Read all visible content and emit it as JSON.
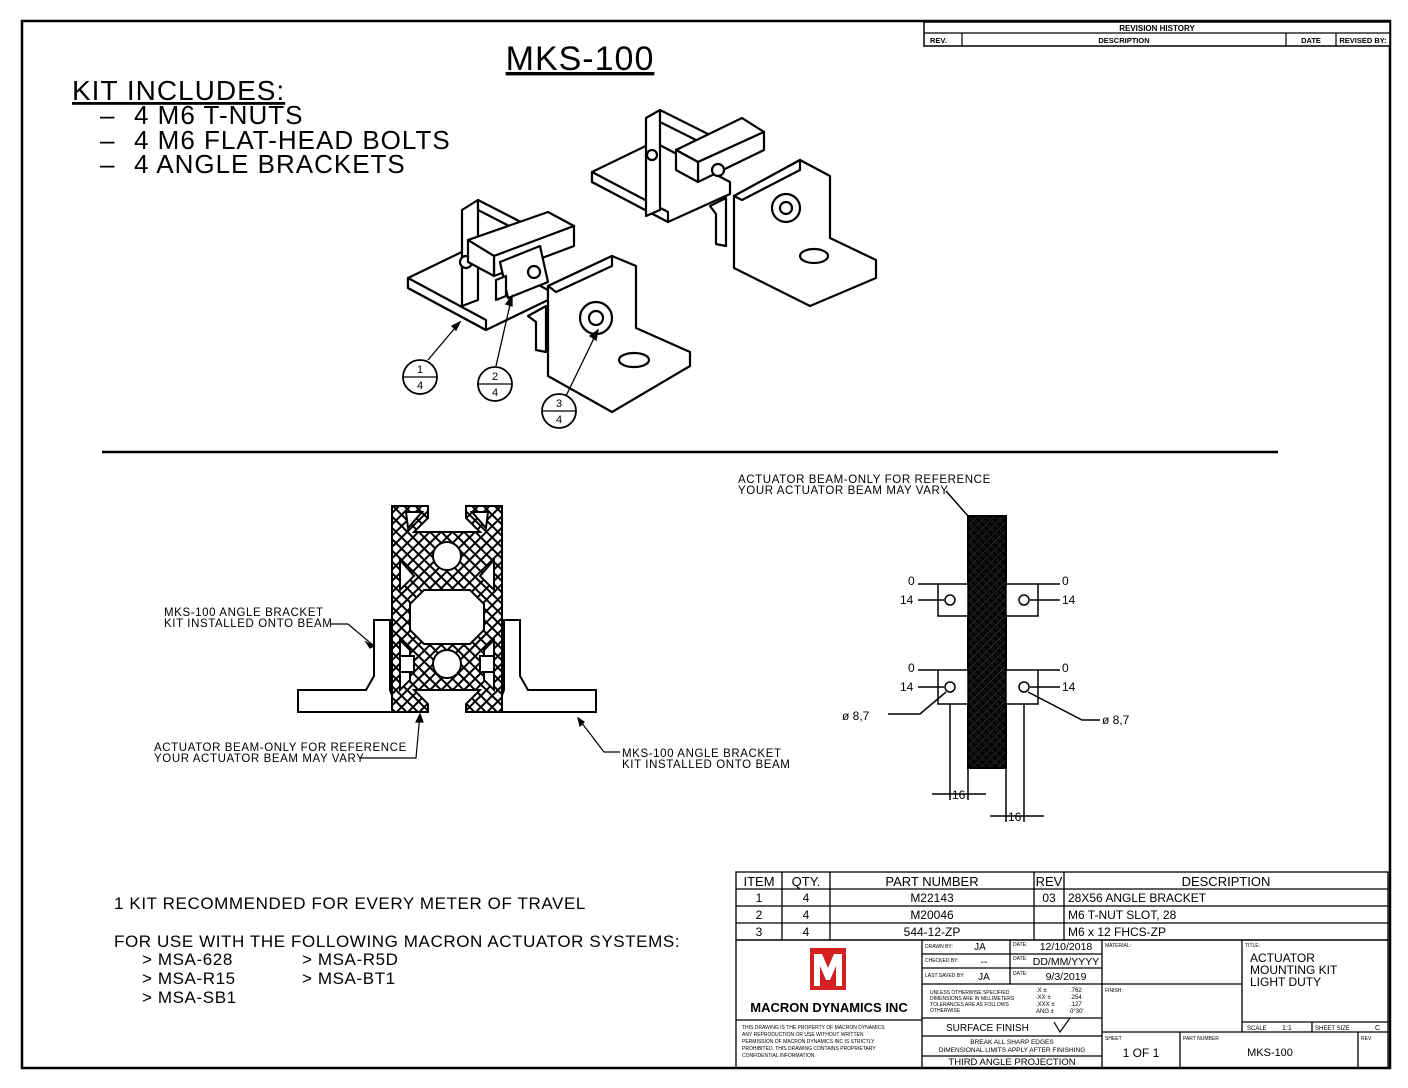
{
  "title": "MKS-100",
  "kit": {
    "heading": "KIT INCLUDES:",
    "items": [
      "4 M6 T-NUTS",
      "4 M6 FLAT-HEAD BOLTS",
      "4 ANGLE BRACKETS"
    ]
  },
  "balloons": [
    {
      "num": "1",
      "qty": "4"
    },
    {
      "num": "2",
      "qty": "4"
    },
    {
      "num": "3",
      "qty": "4"
    }
  ],
  "revision_history": {
    "title": "REVISION HISTORY",
    "headers": [
      "REV.",
      "DESCRIPTION",
      "DATE",
      "REVISED BY:"
    ]
  },
  "section_view": {
    "bracket_note": [
      "MKS-100 ANGLE BRACKET",
      "KIT INSTALLED ONTO BEAM"
    ],
    "beam_note": [
      "ACTUATOR BEAM-ONLY FOR REFERENCE",
      "YOUR ACTUATOR BEAM MAY VARY"
    ],
    "bracket_note2": [
      "MKS-100 ANGLE BRACKET",
      "KIT INSTALLED ONTO BEAM"
    ]
  },
  "top_view": {
    "beam_note": [
      "ACTUATOR BEAM-ONLY FOR REFERENCE",
      "YOUR ACTUATOR BEAM MAY VARY"
    ],
    "dims": {
      "zero": "0",
      "fourteen": "14",
      "hole_dia_left": "ø 8,7",
      "hole_dia_right": "ø 8,7",
      "sixteen": "16"
    }
  },
  "notes": {
    "recommendation": "1 KIT RECOMMENDED FOR EVERY METER OF TRAVEL",
    "systems_heading": "FOR USE WITH THE FOLLOWING MACRON ACTUATOR SYSTEMS:",
    "systems": [
      "> MSA-628",
      "> MSA-R15",
      "> MSA-SB1",
      "> MSA-R5D",
      "> MSA-BT1"
    ]
  },
  "bom": {
    "headers": [
      "ITEM",
      "QTY.",
      "PART NUMBER",
      "REV",
      "DESCRIPTION"
    ],
    "rows": [
      [
        "1",
        "4",
        "M22143",
        "03",
        "28X56 ANGLE BRACKET"
      ],
      [
        "2",
        "4",
        "M20046",
        "",
        "M6 T-NUT SLOT, 28"
      ],
      [
        "3",
        "4",
        "544-12-ZP",
        "",
        "M6 x 12 FHCS-ZP"
      ]
    ]
  },
  "title_block": {
    "company": "MACRON DYNAMICS INC",
    "drawn_label": "DRAWN BY:",
    "drawn_by": "JA",
    "drawn_date": "12/10/2018",
    "checked_label": "CHECKED BY:",
    "checked_by": "--",
    "checked_date": "DD/MM/YYYY",
    "last_label": "LAST SAVED BY:",
    "last_by": "JA",
    "last_date": "9/3/2019",
    "date_label": "DATE:",
    "material_label": "MATERIAL:",
    "finish_label": "FINISH:",
    "title_label": "TITLE:",
    "title_lines": [
      "ACTUATOR",
      "MOUNTING KIT",
      "LIGHT DUTY"
    ],
    "tolerance_heading": [
      "UNLESS OTHERWISE SPECIFIED",
      "DIMENSIONS ARE IN MILLIMETERS",
      "TOLERANCES ARE AS FOLLOWS",
      "OTHERWISE"
    ],
    "tolerances": [
      [
        ".X ±",
        ".762"
      ],
      [
        ".XX ±",
        ".254"
      ],
      [
        ".XXX ±",
        ".127"
      ],
      [
        "ANG ±",
        "0°30'"
      ]
    ],
    "surface_finish": "SURFACE FINISH",
    "break_edges": [
      "BREAK ALL SHARP EDGES",
      "DIMENSIONAL LIMITS APPLY AFTER FINISHING"
    ],
    "projection": "THIRD ANGLE PROJECTION",
    "scale_label": "SCALE",
    "scale": "1:1",
    "sheet_size_label": "SHEET SIZE",
    "sheet_size": "C",
    "sheet_label": "SHEET",
    "sheet": "1 OF 1",
    "part_number_label": "PART NUMBER",
    "part_number": "MKS-100",
    "rev_label": "REV",
    "proprietary": [
      "THIS DRAWING IS THE PROPERTY OF MACRON DYNAMICS",
      "ANY REPRODUCTION OR USE WITHOUT WRITTEN",
      "PERMISSION OF MACRON DYNAMICS INC IS STRICTLY",
      "PROHIBITED. THIS DRAWING CONTAINS PROPRIETARY",
      "CONFIDENTIAL INFORMATION"
    ]
  }
}
